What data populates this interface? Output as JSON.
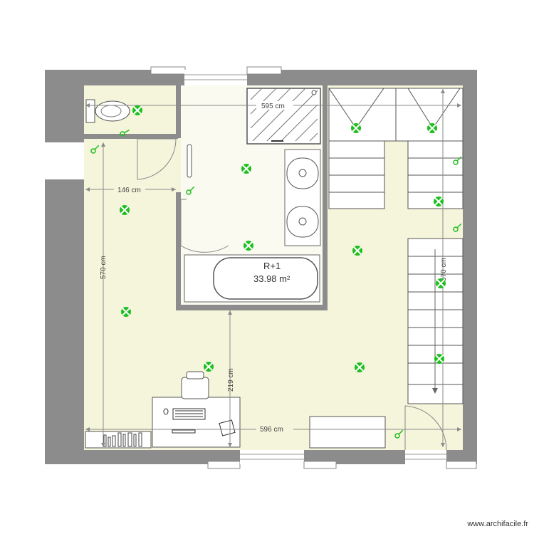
{
  "plan": {
    "room_name": "R+1",
    "room_area": "33.98 m²",
    "dimensions": {
      "top_width": "595 cm",
      "bottom_width": "596 cm",
      "left_height": "570 cm",
      "right_height": "570 cm",
      "wc_width": "146 cm",
      "bath_clearance": "219 cm"
    }
  },
  "watermark": "www.archifacile.fr",
  "colors": {
    "wall": "#8c8c8c",
    "floor": "#f5f5dc",
    "fixture_line": "#6a6a6a",
    "light_green": "#1fbf1f",
    "dimension_line": "#8a8a8a"
  }
}
